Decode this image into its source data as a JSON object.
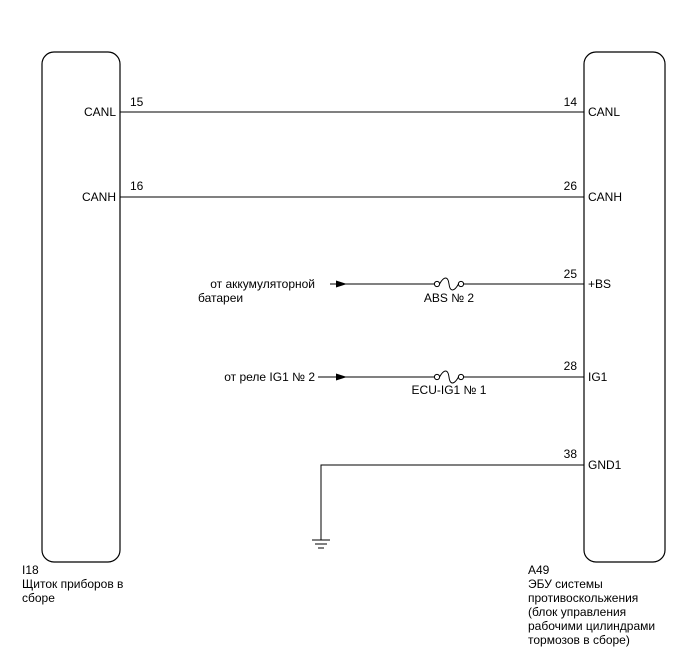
{
  "left_component": {
    "code": "I18",
    "name_lines": [
      "Щиток приборов в",
      "сборе"
    ],
    "pins": [
      {
        "signal": "CANL",
        "number": "15"
      },
      {
        "signal": "CANH",
        "number": "16"
      }
    ]
  },
  "right_component": {
    "code": "A49",
    "name_lines": [
      "ЭБУ системы",
      "противоскольжения",
      "(блок управления",
      "рабочими цилиндрами",
      "тормозов в сборе)"
    ],
    "pins": [
      {
        "signal": "CANL",
        "number": "14"
      },
      {
        "signal": "CANH",
        "number": "26"
      },
      {
        "signal": "+BS",
        "number": "25"
      },
      {
        "signal": "IG1",
        "number": "28"
      },
      {
        "signal": "GND1",
        "number": "38"
      }
    ]
  },
  "sources": {
    "battery_lines": [
      "от аккумуляторной",
      "батареи"
    ],
    "ig1_relay": "от реле IG1 № 2"
  },
  "fuses": {
    "abs": "ABS № 2",
    "ecu_ig1": "ECU-IG1 № 1"
  }
}
